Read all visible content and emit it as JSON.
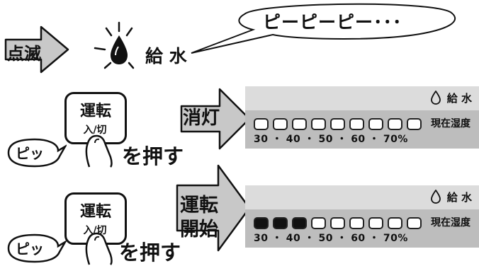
{
  "row1": {
    "blink_label": "点滅",
    "bubble_text": "ピーピーピー･･･",
    "water_label": "給 水"
  },
  "row2": {
    "button_label": "運転",
    "button_sub": "入/切",
    "pi_text": "ピッ",
    "push_text": "を押す",
    "arrow_label": "消灯",
    "panel": {
      "water_label": "給 水",
      "humidity_label": "現在湿度",
      "scale": "30 ・ 40 ・ 50 ・ 60 ・ 70%",
      "leds": [
        false,
        false,
        false,
        false,
        false,
        false,
        false,
        false,
        false
      ]
    }
  },
  "row3": {
    "button_label": "運転",
    "button_sub": "入/切",
    "pi_text": "ピッ",
    "push_text": "を押す",
    "arrow_label_1": "運転",
    "arrow_label_2": "開始",
    "panel": {
      "water_label": "給 水",
      "humidity_label": "現在湿度",
      "scale": "30 ・ 40 ・ 50 ・ 60 ・ 70%",
      "leds": [
        true,
        true,
        true,
        false,
        false,
        false,
        false,
        false,
        false
      ]
    }
  }
}
